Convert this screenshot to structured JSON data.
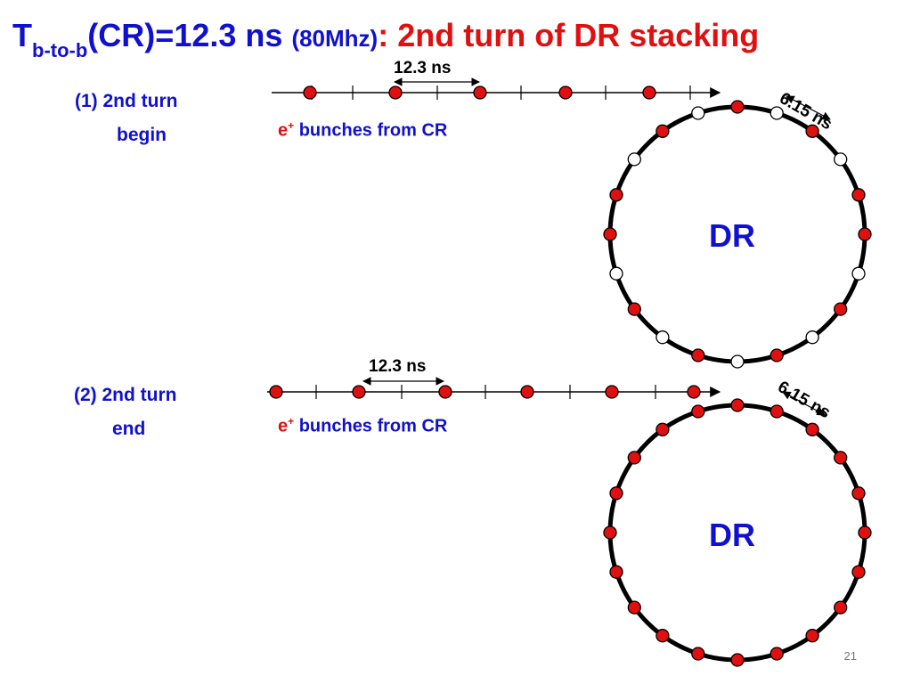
{
  "title": {
    "main": "T",
    "subscript": "b-to-b",
    "paren": "(CR)",
    "equals": "=",
    "value": "12.3",
    "unit": "ns",
    "freq": "(80Mhz)",
    "colon": ":",
    "highlight": "2nd turn of DR stacking"
  },
  "panels": [
    {
      "step_line1": "(1) 2nd turn",
      "step_line2": "begin",
      "spacing_label": "12.3 ns",
      "caption_e": "e",
      "caption_sup": "+",
      "caption_rest": " bunches from CR",
      "ring_spacing_label": "6.15 ns",
      "ring_label": "DR",
      "ring_bunches": [
        "red",
        "white",
        "red",
        "white",
        "red",
        "red",
        "white",
        "red",
        "white",
        "red",
        "white",
        "red",
        "white",
        "red",
        "white",
        "red",
        "red",
        "white",
        "red",
        "white"
      ]
    },
    {
      "step_line1": "(2) 2nd turn",
      "step_line2": "end",
      "spacing_label": "12.3 ns",
      "caption_e": "e",
      "caption_sup": "+",
      "caption_rest": " bunches from CR",
      "ring_spacing_label": "6.15 ns",
      "ring_label": "DR",
      "ring_bunches": [
        "red",
        "red",
        "red",
        "red",
        "red",
        "red",
        "red",
        "red",
        "red",
        "red",
        "red",
        "red",
        "red",
        "red",
        "red",
        "red",
        "red",
        "red",
        "red",
        "red"
      ]
    }
  ],
  "colors": {
    "bunch_filled": "#e01010",
    "bunch_empty": "#ffffff",
    "title_blue": "#1010d0",
    "title_red": "#e01010"
  },
  "page_number": "21"
}
